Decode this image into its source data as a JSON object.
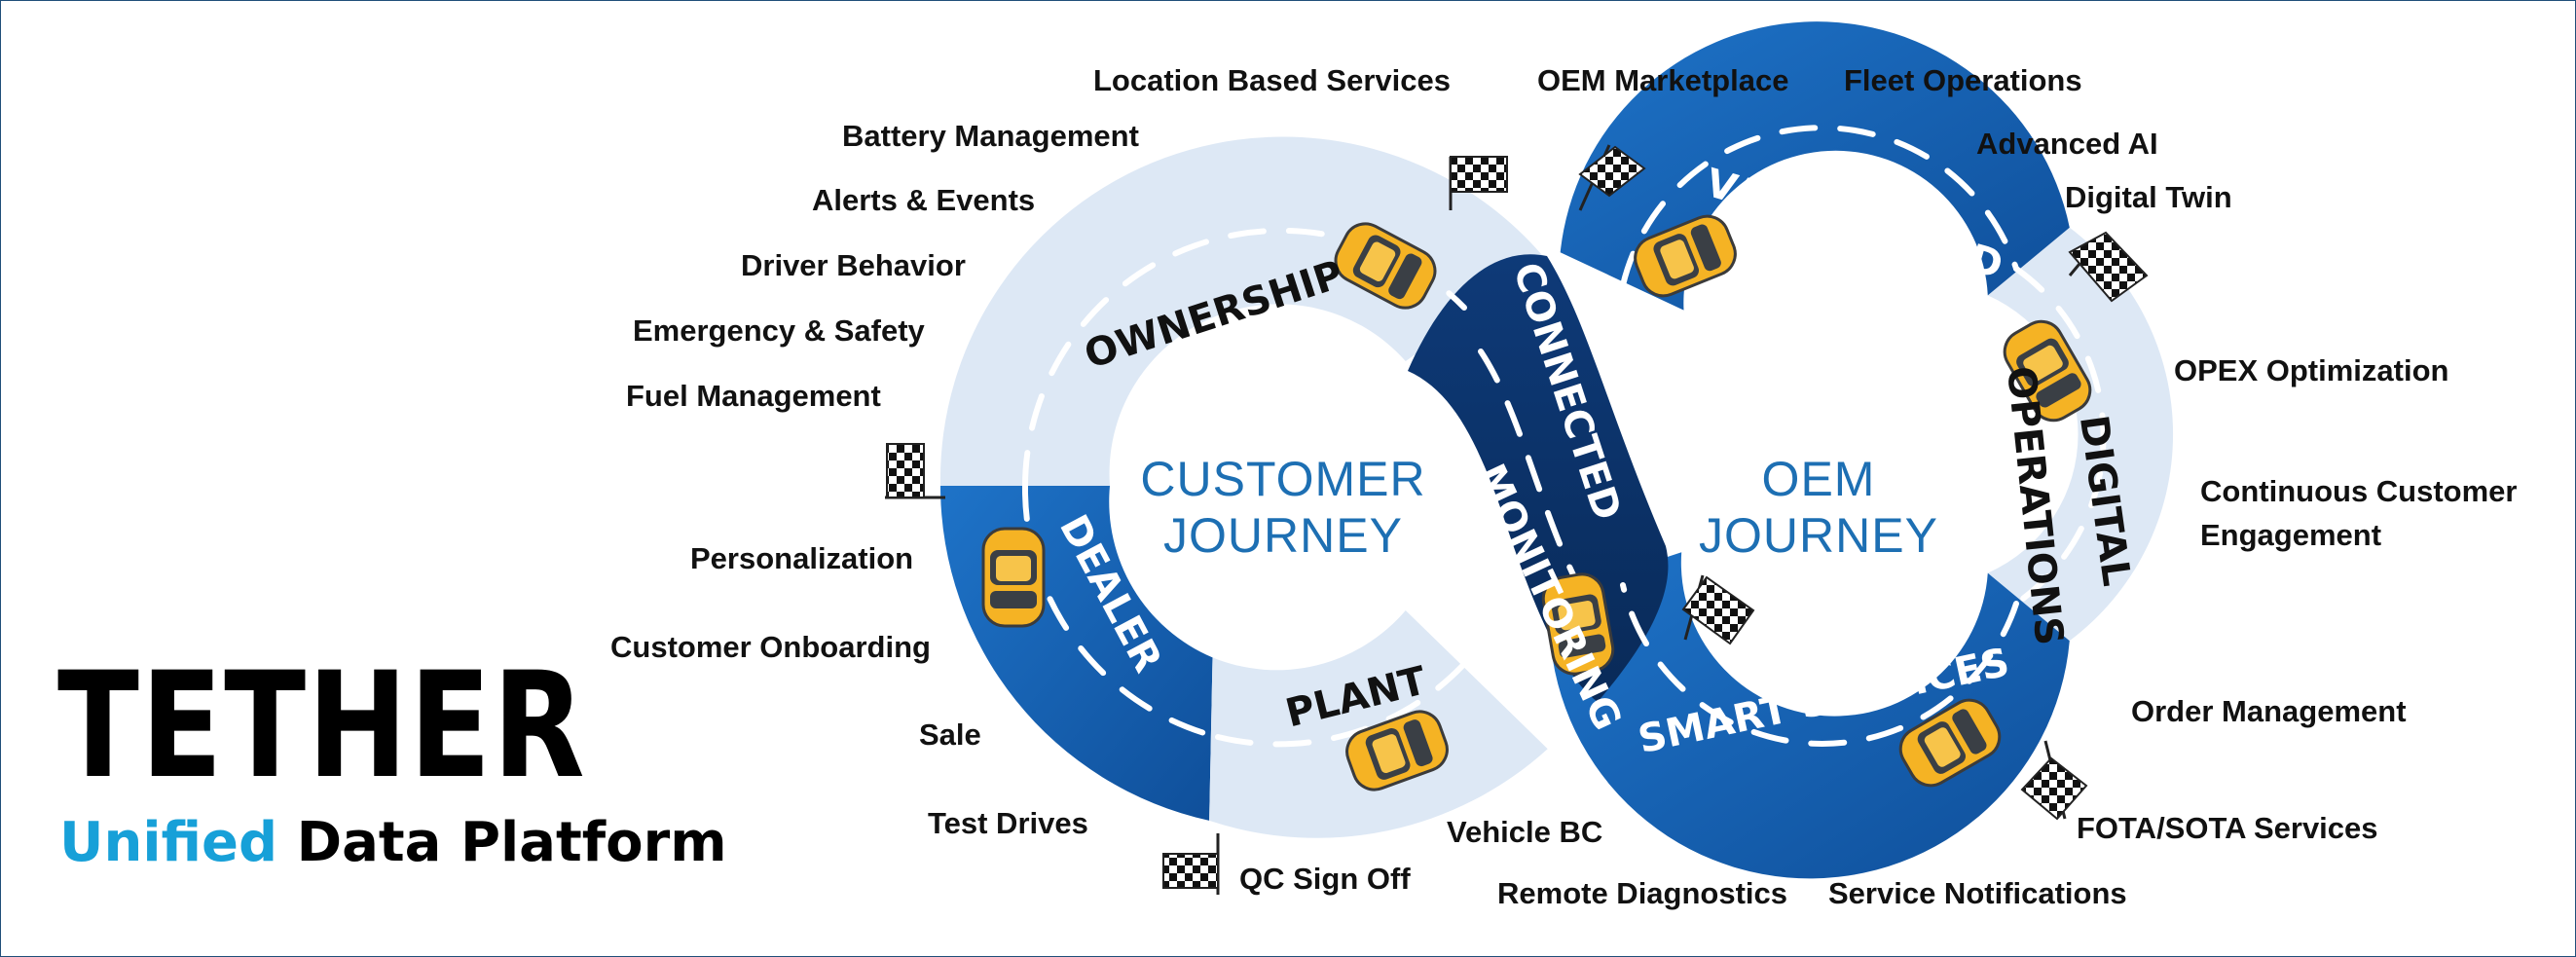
{
  "brand": {
    "title": "TETHER",
    "tagline_highlight": "Unified",
    "tagline_rest": "Data Platform",
    "highlight_color": "#17a0d8"
  },
  "colors": {
    "light": "#dde8f5",
    "mid": "#1563b4",
    "dark": "#0c3266",
    "center_text": "#1d6fb3"
  },
  "segments": {
    "ownership": "OWNERSHIP",
    "dealer": "DEALER",
    "plant": "PLANT",
    "connected": "CONNECTED",
    "monitoring": "MONITORING",
    "value_added_1": "VALUE ADDED",
    "value_added_2": "SERVICES",
    "digital": "DIGITAL",
    "operations": "OPERATIONS",
    "smart_services": "SMART SERVICES"
  },
  "centers": {
    "customer_1": "CUSTOMER",
    "customer_2": "JOURNEY",
    "oem_1": "OEM",
    "oem_2": "JOURNEY"
  },
  "labels": {
    "location_based_services": "Location Based Services",
    "battery_management": "Battery Management",
    "alerts_events": "Alerts & Events",
    "driver_behavior": "Driver Behavior",
    "emergency_safety": "Emergency & Safety",
    "fuel_management": "Fuel Management",
    "personalization": "Personalization",
    "customer_onboarding": "Customer Onboarding",
    "sale": "Sale",
    "test_drives": "Test Drives",
    "qc_sign_off": "QC Sign Off",
    "vehicle_bc": "Vehicle BC",
    "remote_diagnostics": "Remote Diagnostics",
    "service_notifications": "Service Notifications",
    "oem_marketplace": "OEM Marketplace",
    "fleet_operations": "Fleet Operations",
    "advanced_ai": "Advanced AI",
    "digital_twin": "Digital Twin",
    "opex_optimization": "OPEX Optimization",
    "continuous_customer_1": "Continuous Customer",
    "continuous_customer_2": "Engagement",
    "order_management": "Order Management",
    "fota_sota": "FOTA/SOTA Services"
  }
}
